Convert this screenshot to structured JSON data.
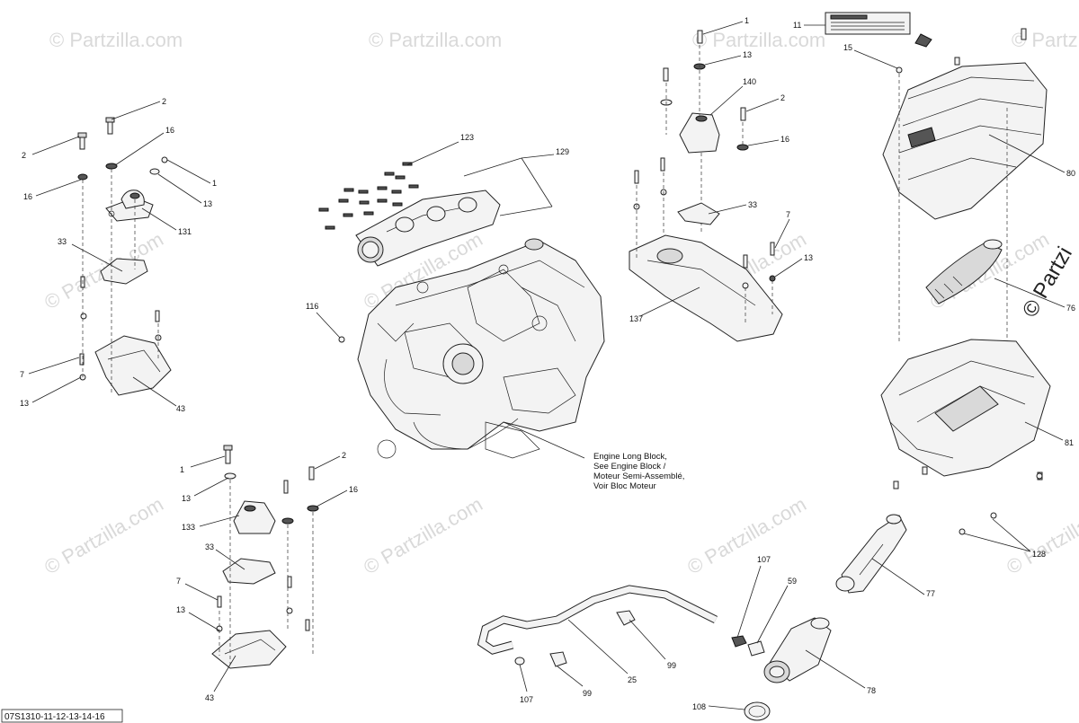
{
  "watermarks": [
    "© Partzilla.com",
    "© Partzilla.com",
    "© Partzilla.com",
    "© Partzilla.com",
    "© Partzilla.com",
    "© Partzilla.com",
    "© Partzilla.com",
    "© Partzilla.com",
    "© Partzilla.com",
    "© Partzilla.com",
    "© Partzilla.com",
    "© Partzilla.com"
  ],
  "watermark_big": "© Partzi",
  "drawing_code": "07S1310-11-12-13-14-16",
  "engine_note": [
    "Engine Long Block,",
    "See Engine Block /",
    "Moteur Semi-Assemblé,",
    "Voir Bloc Moteur"
  ],
  "callouts": {
    "c1": "1",
    "c2": "13",
    "c3": "140",
    "c4": "2",
    "c5": "16",
    "c6": "11",
    "c7": "15",
    "c8": "2",
    "c9": "16",
    "c10": "2",
    "c11": "1",
    "c12": "16",
    "c13": "13",
    "c14": "131",
    "c15": "123",
    "c16": "129",
    "c17": "33",
    "c18": "33",
    "c19": "7",
    "c20": "13",
    "c21": "116",
    "c22": "137",
    "c23": "7",
    "c24": "13",
    "c25": "43",
    "c26": "80",
    "c27": "76",
    "c28": "81",
    "c29": "1",
    "c30": "13",
    "c31": "2",
    "c32": "16",
    "c33": "133",
    "c34": "33",
    "c35": "7",
    "c36": "13",
    "c37": "43",
    "c38": "107",
    "c39": "59",
    "c40": "77",
    "c41": "128",
    "c42": "25",
    "c43": "99",
    "c44": "107",
    "c45": "99",
    "c46": "108",
    "c47": "78"
  }
}
